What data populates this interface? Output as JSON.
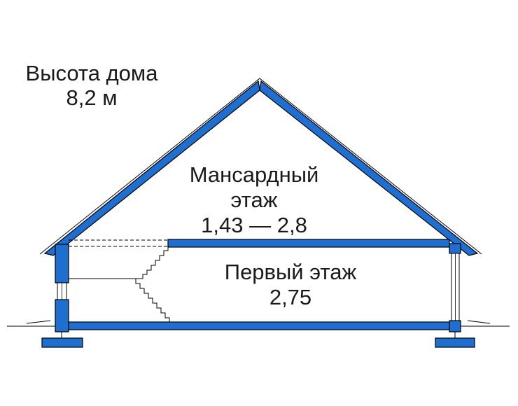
{
  "house_height": {
    "label": "Высота дома",
    "value": "8,2 м"
  },
  "attic_floor": {
    "name_line1": "Мансардный",
    "name_line2": "этаж",
    "height": "1,43 — 2,8"
  },
  "first_floor": {
    "name": "Первый этаж",
    "height": "2,75"
  },
  "colors": {
    "structure_fill": "#1f6fd1",
    "outline": "#000000",
    "background": "#ffffff"
  }
}
